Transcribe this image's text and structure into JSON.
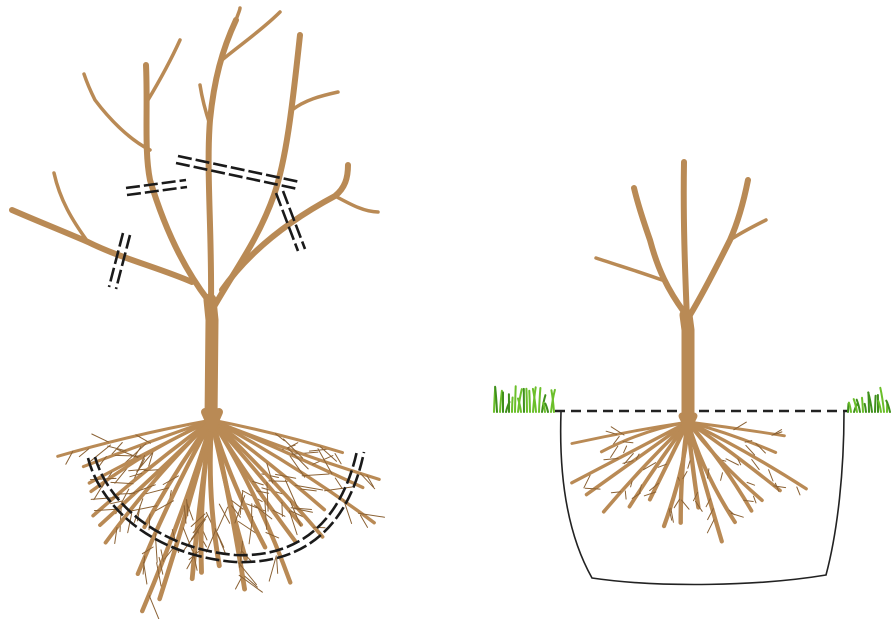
{
  "illustration": {
    "colors": {
      "wood": "#b98a55",
      "wood_dark": "#8a6134",
      "cut_mark": "#1a1a1a",
      "grass": "#6bbf2a",
      "grass_dark": "#3f8f1c",
      "pit_outline": "#222222",
      "soil_line": "#222222"
    },
    "panels": [
      {
        "id": "before",
        "shows": [
          "tree",
          "branch-cut-marks",
          "root-cut-marks"
        ]
      },
      {
        "id": "after",
        "shows": [
          "pruned-tree",
          "planting-pit",
          "ground-line",
          "grass"
        ]
      }
    ],
    "icons": [
      "grass-tuft-icon"
    ]
  }
}
